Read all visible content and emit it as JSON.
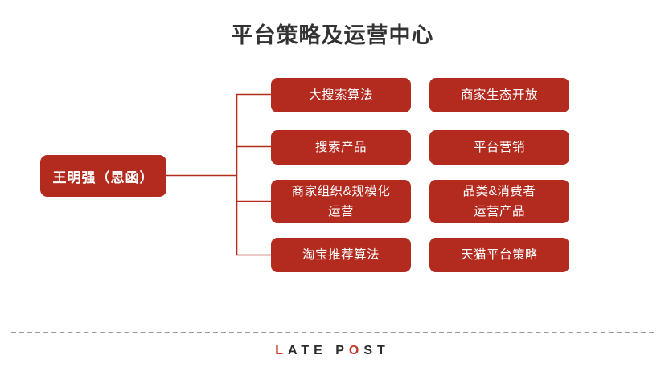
{
  "title": "平台策略及运营中心",
  "colors": {
    "node_fill": "#b32b1f",
    "node_text": "#ffffff",
    "connector": "#b32b1f",
    "title_text": "#333333",
    "rule": "#9a9a9a",
    "brand_text": "#2b2b2b",
    "brand_accent": "#c0392b"
  },
  "root": {
    "label": "王明强（思函）"
  },
  "columns": {
    "left": [
      {
        "label": "大搜索算法"
      },
      {
        "label": "搜索产品"
      },
      {
        "label": "商家组织&规模化\n运营"
      },
      {
        "label": "淘宝推荐算法"
      }
    ],
    "right": [
      {
        "label": "商家生态开放"
      },
      {
        "label": "平台营销"
      },
      {
        "label": "品类&消费者\n运营产品"
      },
      {
        "label": "天猫平台策略"
      }
    ]
  },
  "footer": {
    "brand_prefix": "L",
    "brand_mid": "ATE P",
    "brand_o": "O",
    "brand_suffix": "ST",
    "brand_full": "LATE POST"
  }
}
